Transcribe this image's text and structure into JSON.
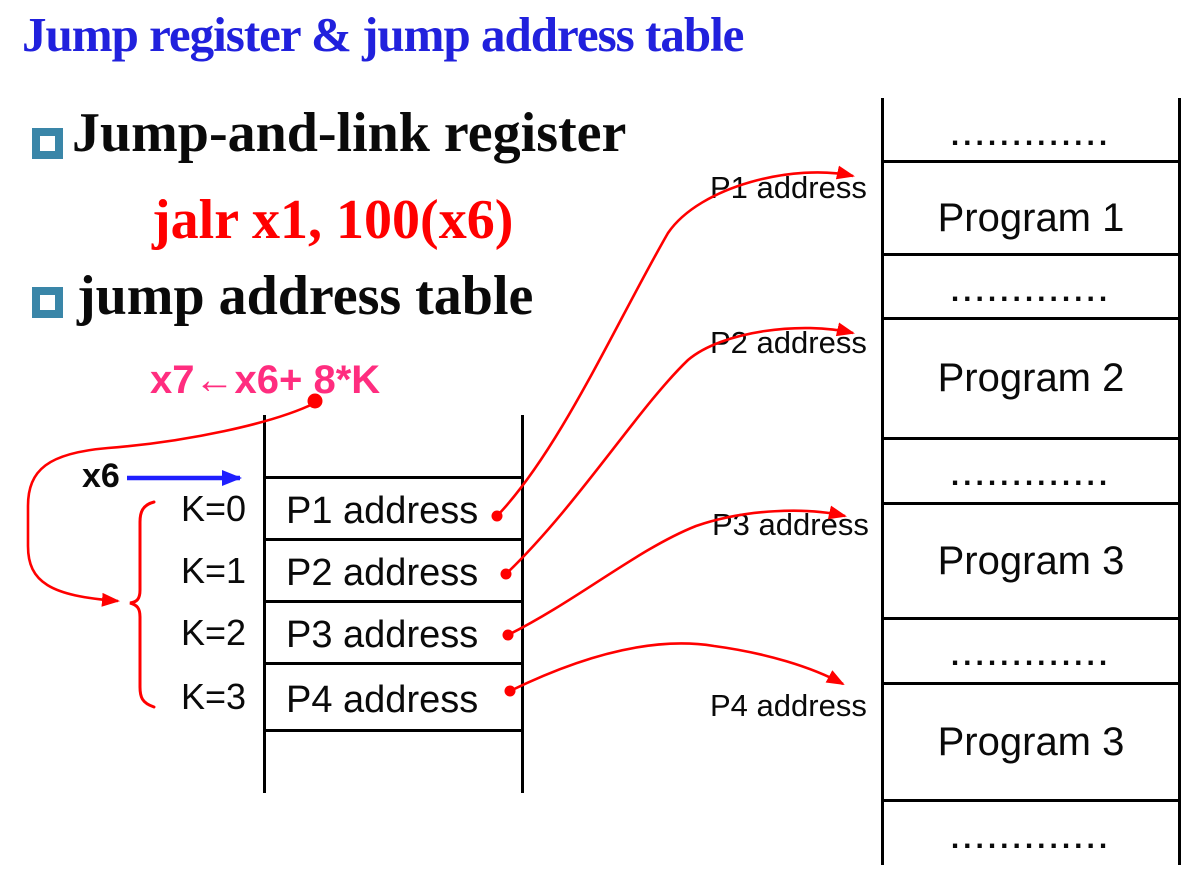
{
  "slide": {
    "title": "Jump register & jump address table",
    "bullet1": "Jump-and-link register",
    "code_line": "jalr x1, 100(x6)",
    "bullet2": "jump address table",
    "formula": "x7←x6+ 8*K",
    "x6_register": "x6"
  },
  "jump_table": {
    "rows": [
      {
        "k_label": "K=0",
        "entry": "P1 address"
      },
      {
        "k_label": "K=1",
        "entry": "P2 address"
      },
      {
        "k_label": "K=2",
        "entry": "P3 address"
      },
      {
        "k_label": "K=3",
        "entry": "P4 address"
      }
    ]
  },
  "pointer_labels": {
    "p1": "P1 address",
    "p2": "P2 address",
    "p3": "P3 address",
    "p4": "P4 address"
  },
  "memory_table": {
    "rows": [
      {
        "type": "dots",
        "label": "............."
      },
      {
        "type": "program",
        "label": "Program 1"
      },
      {
        "type": "dots",
        "label": "............."
      },
      {
        "type": "program",
        "label": "Program 2"
      },
      {
        "type": "dots",
        "label": "............."
      },
      {
        "type": "program",
        "label": "Program 3"
      },
      {
        "type": "dots",
        "label": "............."
      },
      {
        "type": "program",
        "label": "Program 3"
      },
      {
        "type": "dots",
        "label": "............."
      }
    ]
  },
  "colors": {
    "title_blue": "#2121DD",
    "text_black": "#0A0A0A",
    "code_red": "#FF0000",
    "formula_pink": "#FF2D7F",
    "arrow_red": "#FF0000",
    "pointer_blue": "#1F1FFF",
    "bullet_teal": "#3A86A8"
  }
}
